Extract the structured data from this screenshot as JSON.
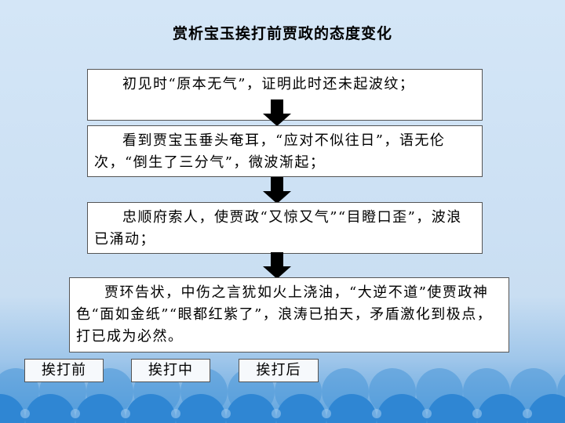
{
  "title": "赏析宝玉挨打前贾政的态度变化",
  "steps": [
    {
      "text": "初见时“原本无气”，证明此时还未起波纹；"
    },
    {
      "text": "看到贾宝玉垂头奄耳，“应对不似往日”，语无伦次，“倒生了三分气”，微波渐起；"
    },
    {
      "text": "忠顺府索人，使贾政“又惊又气”“目瞪口歪”，波浪已涌动；"
    },
    {
      "text": "贾环告状，中伤之言犹如火上浇油，“大逆不道”使贾政神色“面如金纸”“眼都红紫了”，浪涛已拍天，矛盾激化到极点，打已成为必然。"
    }
  ],
  "buttons": [
    {
      "label": "挨打前"
    },
    {
      "label": "挨打中"
    },
    {
      "label": "挨打后"
    }
  ],
  "colors": {
    "background": "#cfe3f5",
    "wave": "#3d8fd6",
    "arrow": "#000000"
  }
}
